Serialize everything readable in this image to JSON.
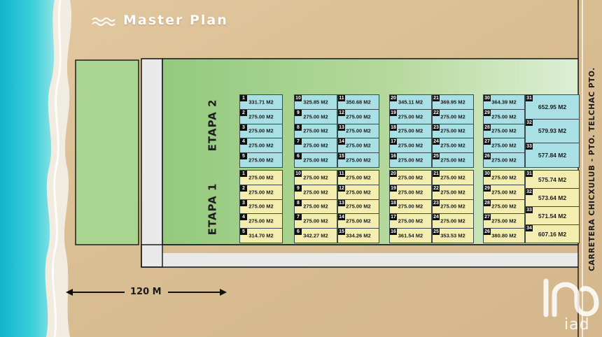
{
  "title": "Master Plan",
  "etapa2_label": "ETAPA 2",
  "etapa1_label": "ETAPA 1",
  "road_label": "CARRETERA CHICXULUB - PTO. TELCHAC PTO.",
  "distance_label": "120 M",
  "logo_text": "iad",
  "icons": {
    "title": "waves-icon",
    "distance": "double-arrow-icon",
    "logo": "iad-logo-icon"
  },
  "colors": {
    "etapa2": "#a9e0e6",
    "etapa1": "#f3eeb0",
    "sea": "#2cc4d4",
    "sand": "#dcc39a",
    "green": "#b5d99c"
  },
  "blocks": [
    {
      "etapa2": [
        {
          "n": "1",
          "area": "331.71 M2"
        },
        {
          "n": "2",
          "area": "275.00 M2"
        },
        {
          "n": "3",
          "area": "275.00 M2"
        },
        {
          "n": "4",
          "area": "275.00 M2"
        },
        {
          "n": "5",
          "area": "275.00 M2"
        }
      ],
      "etapa1": [
        {
          "n": "1",
          "area": "275.00 M2"
        },
        {
          "n": "2",
          "area": "275.00 M2"
        },
        {
          "n": "3",
          "area": "275.00 M2"
        },
        {
          "n": "4",
          "area": "275.00 M2"
        },
        {
          "n": "5",
          "area": "314.70 M2"
        }
      ]
    },
    {
      "etapa2": [
        {
          "n": "10",
          "area": "325.85 M2"
        },
        {
          "n": "9",
          "area": "275.00 M2"
        },
        {
          "n": "8",
          "area": "275.00 M2"
        },
        {
          "n": "7",
          "area": "275.00 M2"
        },
        {
          "n": "6",
          "area": "275.00 M2"
        },
        {
          "n": "11",
          "area": "350.68 M2"
        },
        {
          "n": "12",
          "area": "275.00 M2"
        },
        {
          "n": "13",
          "area": "275.00 M2"
        },
        {
          "n": "14",
          "area": "275.00 M2"
        },
        {
          "n": "15",
          "area": "275.00 M2"
        }
      ],
      "etapa1": [
        {
          "n": "10",
          "area": "275.00 M2"
        },
        {
          "n": "9",
          "area": "275.00 M2"
        },
        {
          "n": "8",
          "area": "275.00 M2"
        },
        {
          "n": "7",
          "area": "275.00 M2"
        },
        {
          "n": "6",
          "area": "342.27 M2"
        },
        {
          "n": "11",
          "area": "275.00 M2"
        },
        {
          "n": "12",
          "area": "275.00 M2"
        },
        {
          "n": "13",
          "area": "275.00 M2"
        },
        {
          "n": "14",
          "area": "275.00 M2"
        },
        {
          "n": "15",
          "area": "334.26 M2"
        }
      ]
    },
    {
      "etapa2": [
        {
          "n": "20",
          "area": "345.11 M2"
        },
        {
          "n": "19",
          "area": "275.00 M2"
        },
        {
          "n": "18",
          "area": "275.00 M2"
        },
        {
          "n": "17",
          "area": "275.00 M2"
        },
        {
          "n": "16",
          "area": "275.00 M2"
        },
        {
          "n": "21",
          "area": "369.95 M2"
        },
        {
          "n": "22",
          "area": "275.00 M2"
        },
        {
          "n": "23",
          "area": "275.00 M2"
        },
        {
          "n": "24",
          "area": "275.00 M2"
        },
        {
          "n": "25",
          "area": "275.00 M2"
        }
      ],
      "etapa1": [
        {
          "n": "20",
          "area": "275.00 M2"
        },
        {
          "n": "19",
          "area": "275.00 M2"
        },
        {
          "n": "18",
          "area": "275.00 M2"
        },
        {
          "n": "17",
          "area": "275.00 M2"
        },
        {
          "n": "16",
          "area": "361.54 M2"
        },
        {
          "n": "21",
          "area": "275.00 M2"
        },
        {
          "n": "22",
          "area": "275.00 M2"
        },
        {
          "n": "23",
          "area": "275.00 M2"
        },
        {
          "n": "24",
          "area": "275.00 M2"
        },
        {
          "n": "25",
          "area": "353.53 M2"
        }
      ]
    },
    {
      "etapa2": [
        {
          "n": "30",
          "area": "364.39 M2"
        },
        {
          "n": "29",
          "area": "275.00 M2"
        },
        {
          "n": "28",
          "area": "275.00 M2"
        },
        {
          "n": "27",
          "area": "275.00 M2"
        },
        {
          "n": "26",
          "area": "275.00 M2"
        },
        {
          "n": "31",
          "area": "652.95 M2"
        },
        {
          "n": "32",
          "area": "579.93 M2"
        },
        {
          "n": "33",
          "area": "577.84 M2"
        }
      ],
      "etapa1": [
        {
          "n": "30",
          "area": "275.00 M2"
        },
        {
          "n": "29",
          "area": "275.00 M2"
        },
        {
          "n": "28",
          "area": "275.00 M2"
        },
        {
          "n": "27",
          "area": "275.00 M2"
        },
        {
          "n": "26",
          "area": "380.80 M2"
        },
        {
          "n": "31",
          "area": "575.74 M2"
        },
        {
          "n": "32",
          "area": "573.64 M2"
        },
        {
          "n": "33",
          "area": "571.54 M2"
        },
        {
          "n": "34",
          "area": "607.16 M2"
        }
      ]
    }
  ]
}
